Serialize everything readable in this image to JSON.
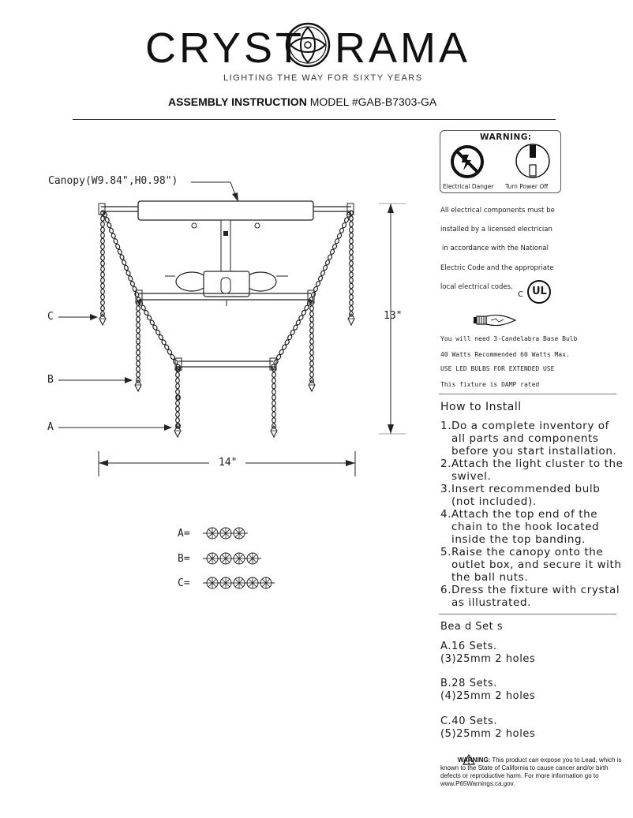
{
  "header": {
    "brand_left": "CRYST",
    "brand_right": "RAMA",
    "tagline": "LIGHTING THE WAY FOR SIXTY YEARS",
    "title_bold": "ASSEMBLY INSTRUCTION",
    "title_model": " MODEL #GAB-B7303-GA"
  },
  "diagram": {
    "canopy_label": "Canopy(W9.84\",H0.98\")",
    "height_label": "13\"",
    "width_label": "14\"",
    "label_a": "A",
    "label_b": "B",
    "label_c": "C"
  },
  "bead_legend": [
    {
      "label": "A=",
      "count": 3
    },
    {
      "label": "B=",
      "count": 4
    },
    {
      "label": "C=",
      "count": 5
    }
  ],
  "warning_box": {
    "title": "WARNING:",
    "left_caption": "Electrical Danger",
    "right_caption": "Turn Power Off"
  },
  "electrical": {
    "lines": [
      "All electrical components must be",
      "installed by a licensed electrician",
      "in accordance with the National",
      "Electric Code and the appropriate",
      "local electrical codes."
    ],
    "ul_c": "C",
    "ul_mark": "UL"
  },
  "bulb_info": [
    "You will need 3-Candelabra Base Bulb",
    "40 Watts Recommended 60 Watts Max.",
    "USE LED BULBS FOR EXTENDED USE",
    "This fixture is DAMP rated"
  ],
  "how_to_install": {
    "heading": "How to Install",
    "steps": [
      {
        "num": "1.",
        "text": "Do a complete inventory of all parts and components before you start installation."
      },
      {
        "num": "2.",
        "text": "Attach the light cluster to the swivel."
      },
      {
        "num": "3.",
        "text": "Insert recommended bulb (not included)."
      },
      {
        "num": "4.",
        "text": "Attach the top end of the chain to the hook located inside the top banding."
      },
      {
        "num": "5.",
        "text": "Raise the canopy onto the outlet box, and secure it with the ball nuts."
      },
      {
        "num": "6.",
        "text": "Dress the fixture with crystal as illustrated."
      }
    ]
  },
  "bead_sets": {
    "heading": "Bea d Set s",
    "items": [
      {
        "line1": "A.16 Sets.",
        "line2": "(3)25mm 2 holes"
      },
      {
        "line1": "B.28 Sets.",
        "line2": "(4)25mm 2 holes"
      },
      {
        "line1": "C.40 Sets.",
        "line2": "(5)25mm 2 holes"
      }
    ]
  },
  "prop65": {
    "label": "WARNING:",
    "text": " This product can expose you to Lead, which is known to the State of California to cause cancer and/or birth defects or reproductive harm. For more information go to www.P65Warnings.ca.gov."
  }
}
